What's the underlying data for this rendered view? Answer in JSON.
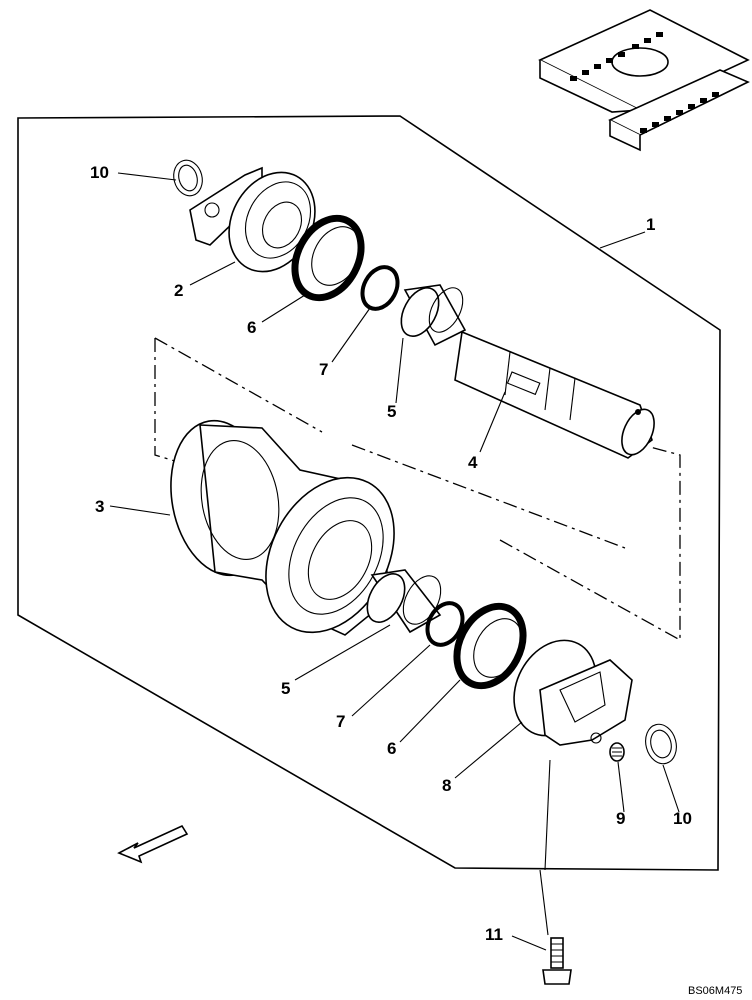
{
  "diagram": {
    "reference_code": "BS06M475",
    "callouts": [
      {
        "id": "c1",
        "label": "1"
      },
      {
        "id": "c2",
        "label": "2"
      },
      {
        "id": "c3",
        "label": "3"
      },
      {
        "id": "c4",
        "label": "4"
      },
      {
        "id": "c5a",
        "label": "5"
      },
      {
        "id": "c5b",
        "label": "5"
      },
      {
        "id": "c6a",
        "label": "6"
      },
      {
        "id": "c6b",
        "label": "6"
      },
      {
        "id": "c7a",
        "label": "7"
      },
      {
        "id": "c7b",
        "label": "7"
      },
      {
        "id": "c8",
        "label": "8"
      },
      {
        "id": "c9",
        "label": "9"
      },
      {
        "id": "c10a",
        "label": "10"
      },
      {
        "id": "c10b",
        "label": "10"
      },
      {
        "id": "c11",
        "label": "11"
      }
    ],
    "icons": [
      "track-frame-icon",
      "direction-arrow-icon"
    ]
  }
}
